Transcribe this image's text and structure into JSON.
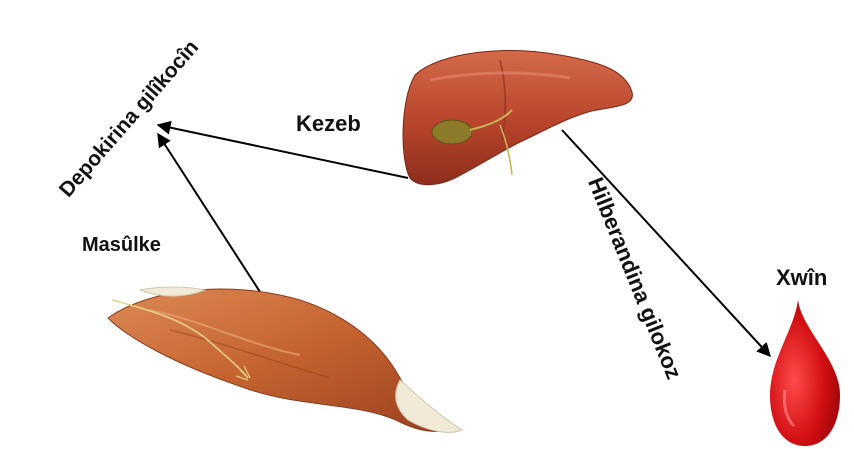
{
  "labels": {
    "glycogen_storage": "Depokirina gilîkocîn",
    "liver": "Kezeb",
    "muscle": "Masûlke",
    "glucose_production": "Hilberandina gilokoz",
    "blood": "Xwîn"
  },
  "icons": {
    "liver": "liver-icon",
    "muscle": "muscle-icon",
    "blood": "blood-drop-icon"
  },
  "colors": {
    "liver": "#b8452c",
    "muscle": "#c4622f",
    "blood": "#d21014",
    "arrow": "#000000"
  }
}
